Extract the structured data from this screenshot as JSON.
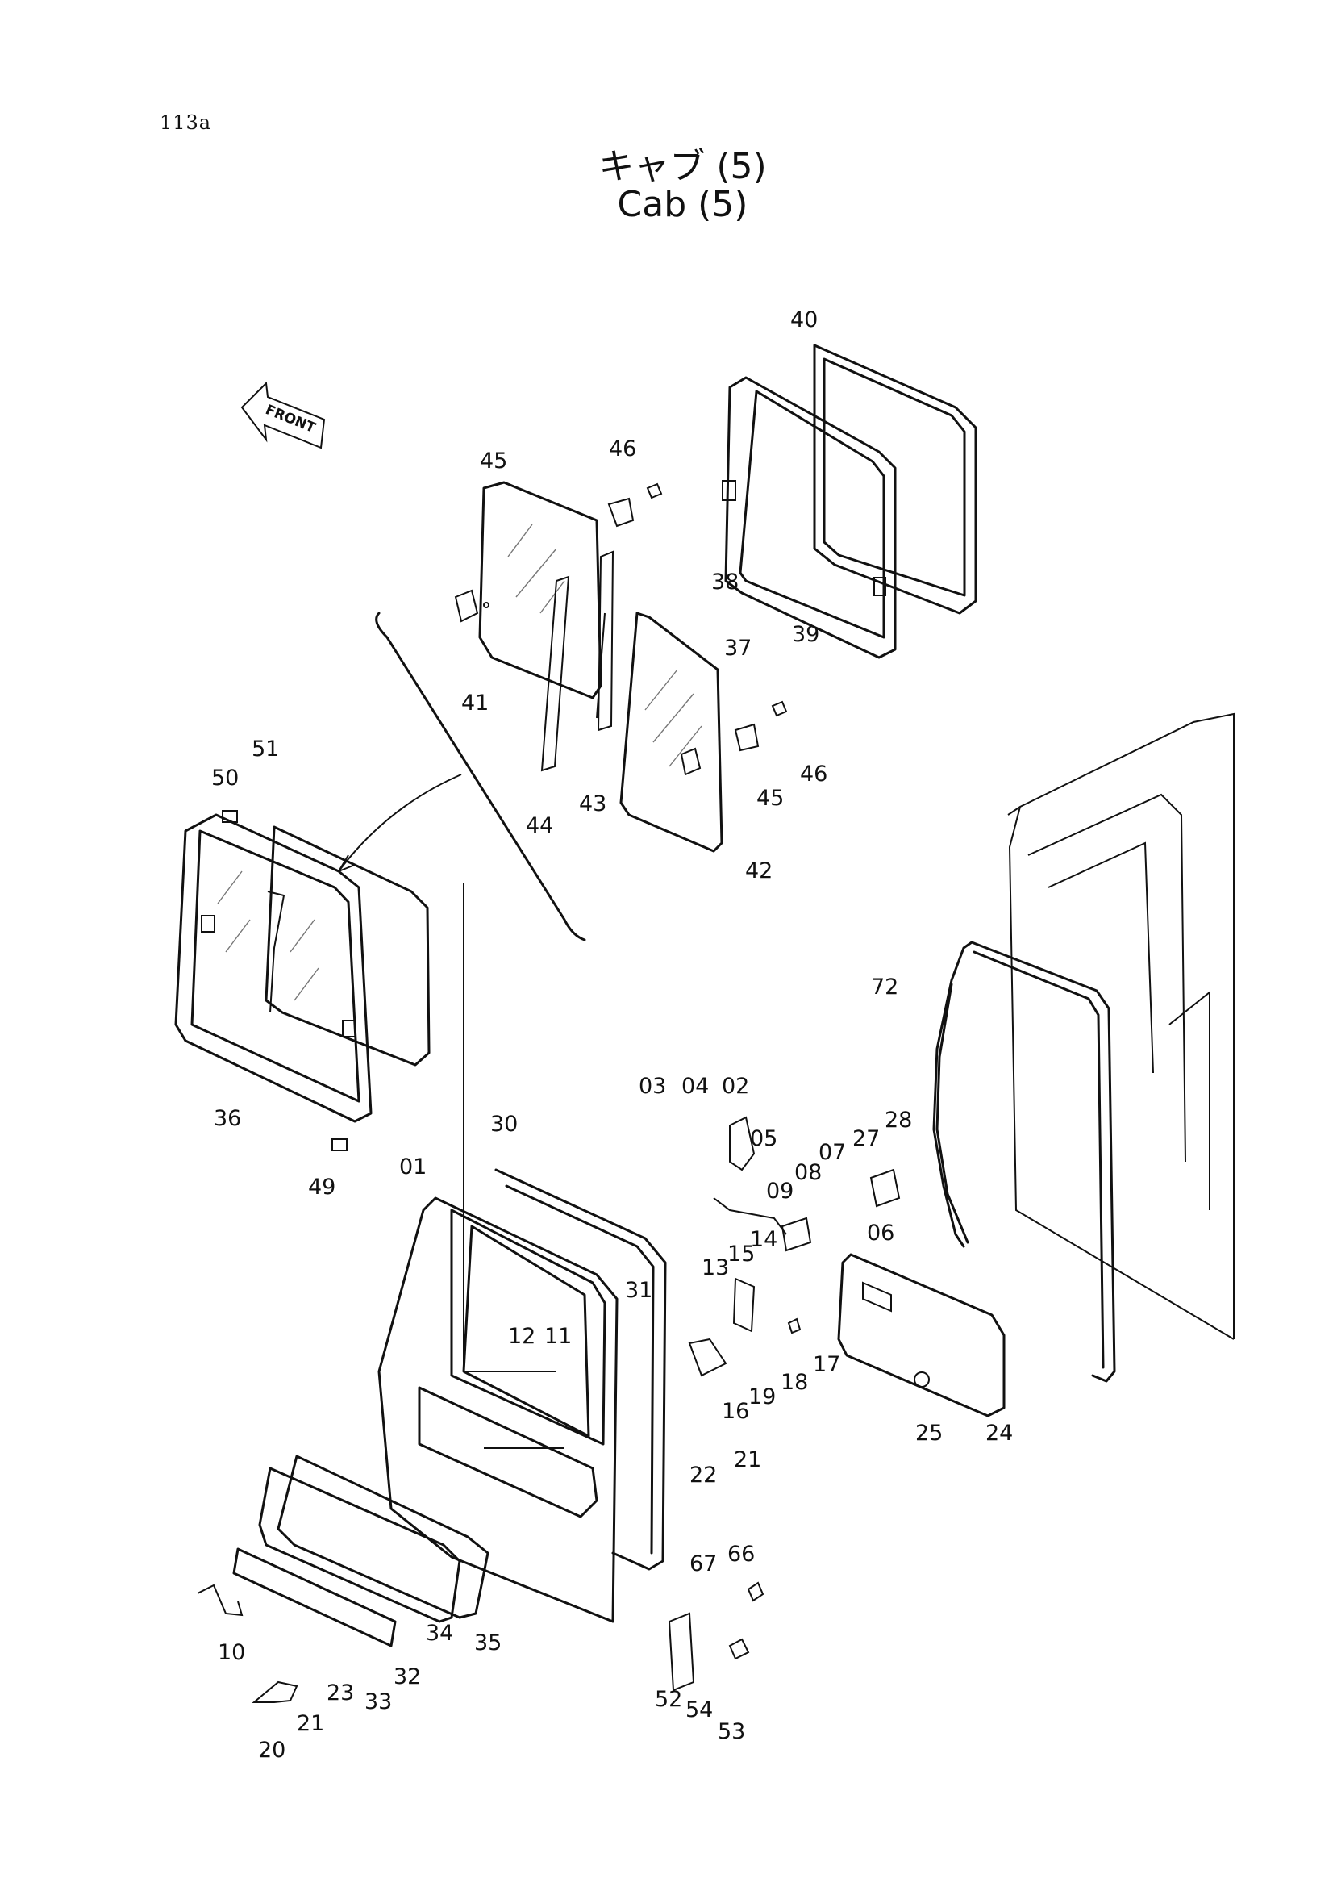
{
  "page": {
    "number": "113a"
  },
  "title": {
    "jp": "キャブ (5)",
    "en": "Cab (5)"
  },
  "front_arrow": {
    "label": "FRONT"
  },
  "callouts": [
    {
      "id": "40",
      "label": "40"
    },
    {
      "id": "45a",
      "label": "45"
    },
    {
      "id": "46a",
      "label": "46"
    },
    {
      "id": "38",
      "label": "38"
    },
    {
      "id": "37",
      "label": "37"
    },
    {
      "id": "39",
      "label": "39"
    },
    {
      "id": "41",
      "label": "41"
    },
    {
      "id": "44",
      "label": "44"
    },
    {
      "id": "43",
      "label": "43"
    },
    {
      "id": "46b",
      "label": "46"
    },
    {
      "id": "45b",
      "label": "45"
    },
    {
      "id": "42",
      "label": "42"
    },
    {
      "id": "51",
      "label": "51"
    },
    {
      "id": "50",
      "label": "50"
    },
    {
      "id": "36",
      "label": "36"
    },
    {
      "id": "49",
      "label": "49"
    },
    {
      "id": "72",
      "label": "72"
    },
    {
      "id": "30",
      "label": "30"
    },
    {
      "id": "01",
      "label": "01"
    },
    {
      "id": "03",
      "label": "03"
    },
    {
      "id": "04",
      "label": "04"
    },
    {
      "id": "02",
      "label": "02"
    },
    {
      "id": "05",
      "label": "05"
    },
    {
      "id": "27",
      "label": "27"
    },
    {
      "id": "28",
      "label": "28"
    },
    {
      "id": "07",
      "label": "07"
    },
    {
      "id": "08",
      "label": "08"
    },
    {
      "id": "09",
      "label": "09"
    },
    {
      "id": "06",
      "label": "06"
    },
    {
      "id": "14",
      "label": "14"
    },
    {
      "id": "15",
      "label": "15"
    },
    {
      "id": "13",
      "label": "13"
    },
    {
      "id": "31",
      "label": "31"
    },
    {
      "id": "12",
      "label": "12"
    },
    {
      "id": "11",
      "label": "11"
    },
    {
      "id": "17",
      "label": "17"
    },
    {
      "id": "18",
      "label": "18"
    },
    {
      "id": "19",
      "label": "19"
    },
    {
      "id": "16",
      "label": "16"
    },
    {
      "id": "25",
      "label": "25"
    },
    {
      "id": "24",
      "label": "24"
    },
    {
      "id": "21a",
      "label": "21"
    },
    {
      "id": "22",
      "label": "22"
    },
    {
      "id": "67",
      "label": "67"
    },
    {
      "id": "66",
      "label": "66"
    },
    {
      "id": "10",
      "label": "10"
    },
    {
      "id": "35",
      "label": "35"
    },
    {
      "id": "34",
      "label": "34"
    },
    {
      "id": "32",
      "label": "32"
    },
    {
      "id": "33",
      "label": "33"
    },
    {
      "id": "23",
      "label": "23"
    },
    {
      "id": "21b",
      "label": "21"
    },
    {
      "id": "20",
      "label": "20"
    },
    {
      "id": "52",
      "label": "52"
    },
    {
      "id": "54",
      "label": "54"
    },
    {
      "id": "53",
      "label": "53"
    }
  ]
}
